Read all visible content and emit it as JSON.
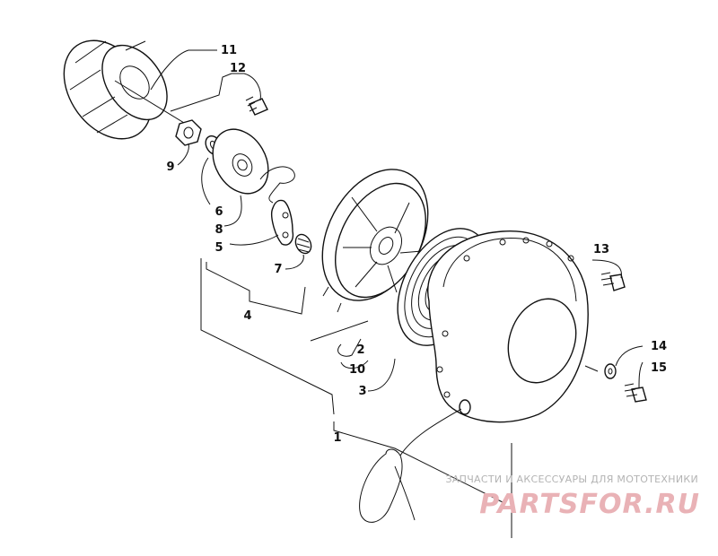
{
  "callouts": [
    "1",
    "2",
    "3",
    "4",
    "5",
    "6",
    "7",
    "8",
    "9",
    "10",
    "11",
    "12",
    "13",
    "14",
    "15"
  ],
  "watermark": {
    "tagline": "ЗАПЧАСТИ И АКСЕССУАРЫ ДЛЯ МОТОТЕХНИКИ",
    "logo": "PARTSFOR.RU",
    "logo_color": "#e9b2b6",
    "tagline_color": "#b3b3b3"
  }
}
